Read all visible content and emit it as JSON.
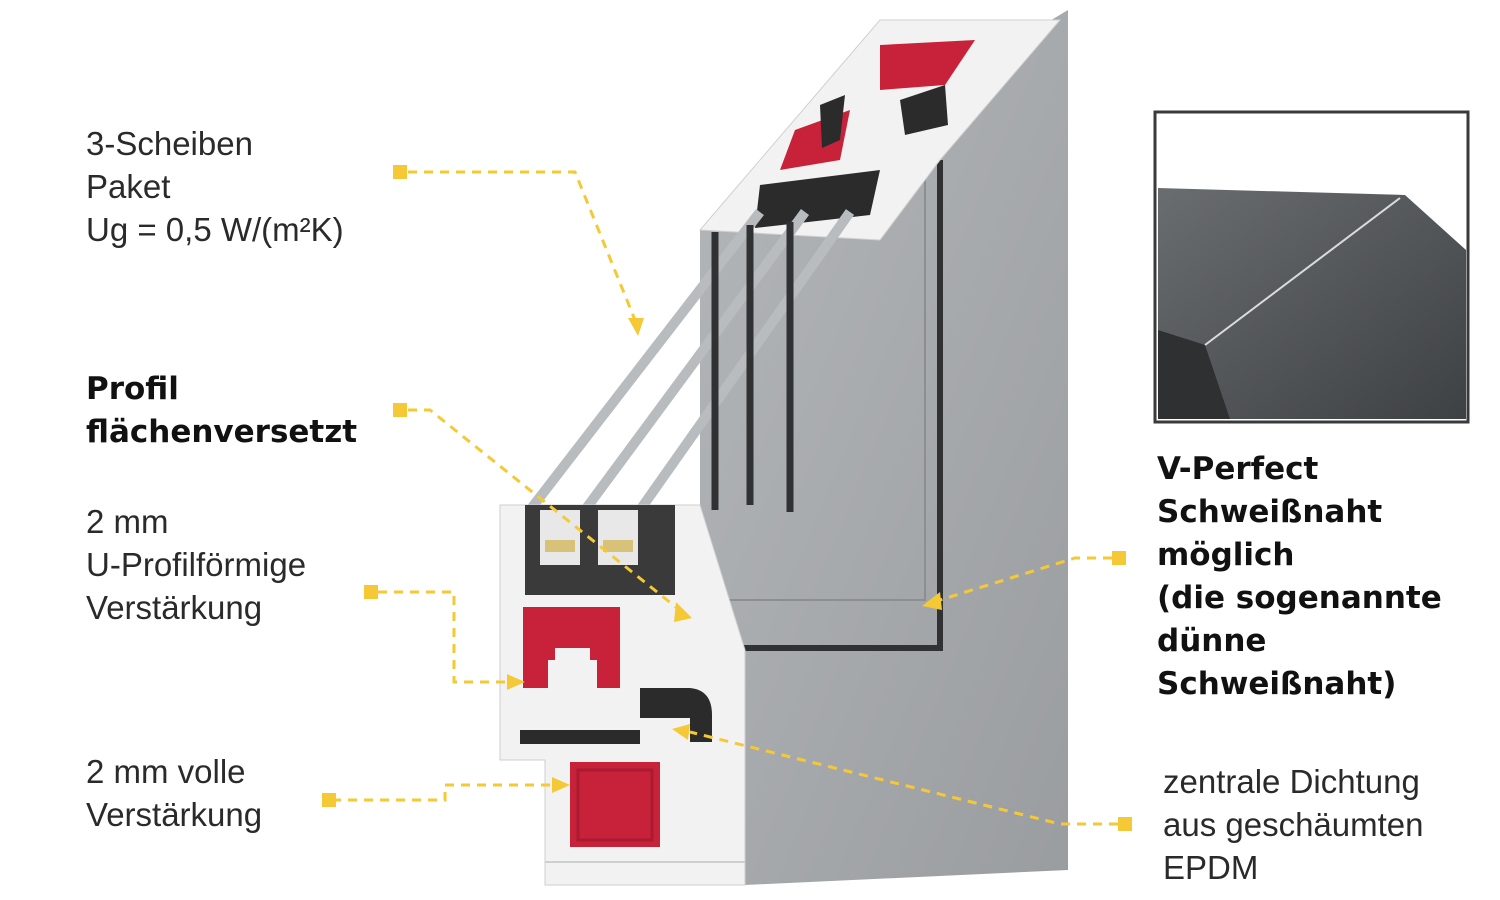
{
  "labels": {
    "glass": "3-Scheiben\nPaket\nUg = 0,5 W/(m²K)",
    "profile": "Profil\nflächenversetzt",
    "u_reinforcement": "2 mm\nU-Profilförmige\nVerstärkung",
    "full_reinforcement": "2 mm volle\nVerstärkung",
    "weld": "V-Perfect\nSchweißnaht\nmöglich\n(die sogenannte\ndünne\nSchweißnaht)",
    "seal": "zentrale Dichtung\naus geschäumten\nEPDM"
  },
  "colors": {
    "accent": "#f5c936",
    "frame_grey": "#a3a6a9",
    "reinforcement_red": "#c8223a",
    "pvc_white": "#f2f2f2",
    "seal_black": "#2b2b2b"
  }
}
